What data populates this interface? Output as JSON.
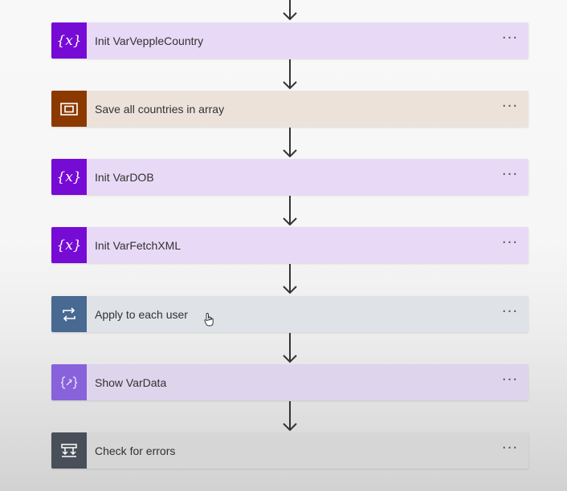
{
  "flow": {
    "steps": [
      {
        "title": "Init VarVeppleCountry",
        "icon": "variable-icon",
        "more": "···",
        "tile_color": "#770bd6",
        "card_color": "#e8daf7"
      },
      {
        "title": "Save all countries in array",
        "icon": "compose-icon",
        "more": "···",
        "tile_color": "#8c3900",
        "card_color": "#ede2da"
      },
      {
        "title": "Init VarDOB",
        "icon": "variable-icon",
        "more": "···",
        "tile_color": "#770bd6",
        "card_color": "#e8daf7"
      },
      {
        "title": "Init VarFetchXML",
        "icon": "variable-icon",
        "more": "···",
        "tile_color": "#770bd6",
        "card_color": "#e8daf7"
      },
      {
        "title": "Apply to each user",
        "icon": "loop-icon",
        "more": "···",
        "tile_color": "#486991",
        "card_color": "#dfe3e8"
      },
      {
        "title": "Show VarData",
        "icon": "set-variable-icon",
        "more": "···",
        "tile_color": "#8862db",
        "card_color": "#ded5ec"
      },
      {
        "title": "Check for errors",
        "icon": "condition-icon",
        "more": "···",
        "tile_color": "#484f58",
        "card_color": "#d6d6d6"
      }
    ],
    "variable_glyph": "{x}"
  }
}
